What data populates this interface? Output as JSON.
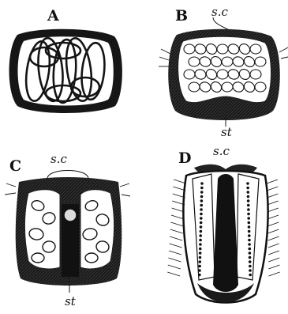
{
  "figure": {
    "panels": [
      {
        "id": "A",
        "letter": "A",
        "labels": []
      },
      {
        "id": "B",
        "letter": "B",
        "labels": [
          "s.c",
          "st"
        ]
      },
      {
        "id": "C",
        "letter": "C",
        "labels": [
          "s.c",
          "st"
        ]
      },
      {
        "id": "D",
        "letter": "D",
        "labels": [
          "s.c"
        ]
      }
    ]
  }
}
